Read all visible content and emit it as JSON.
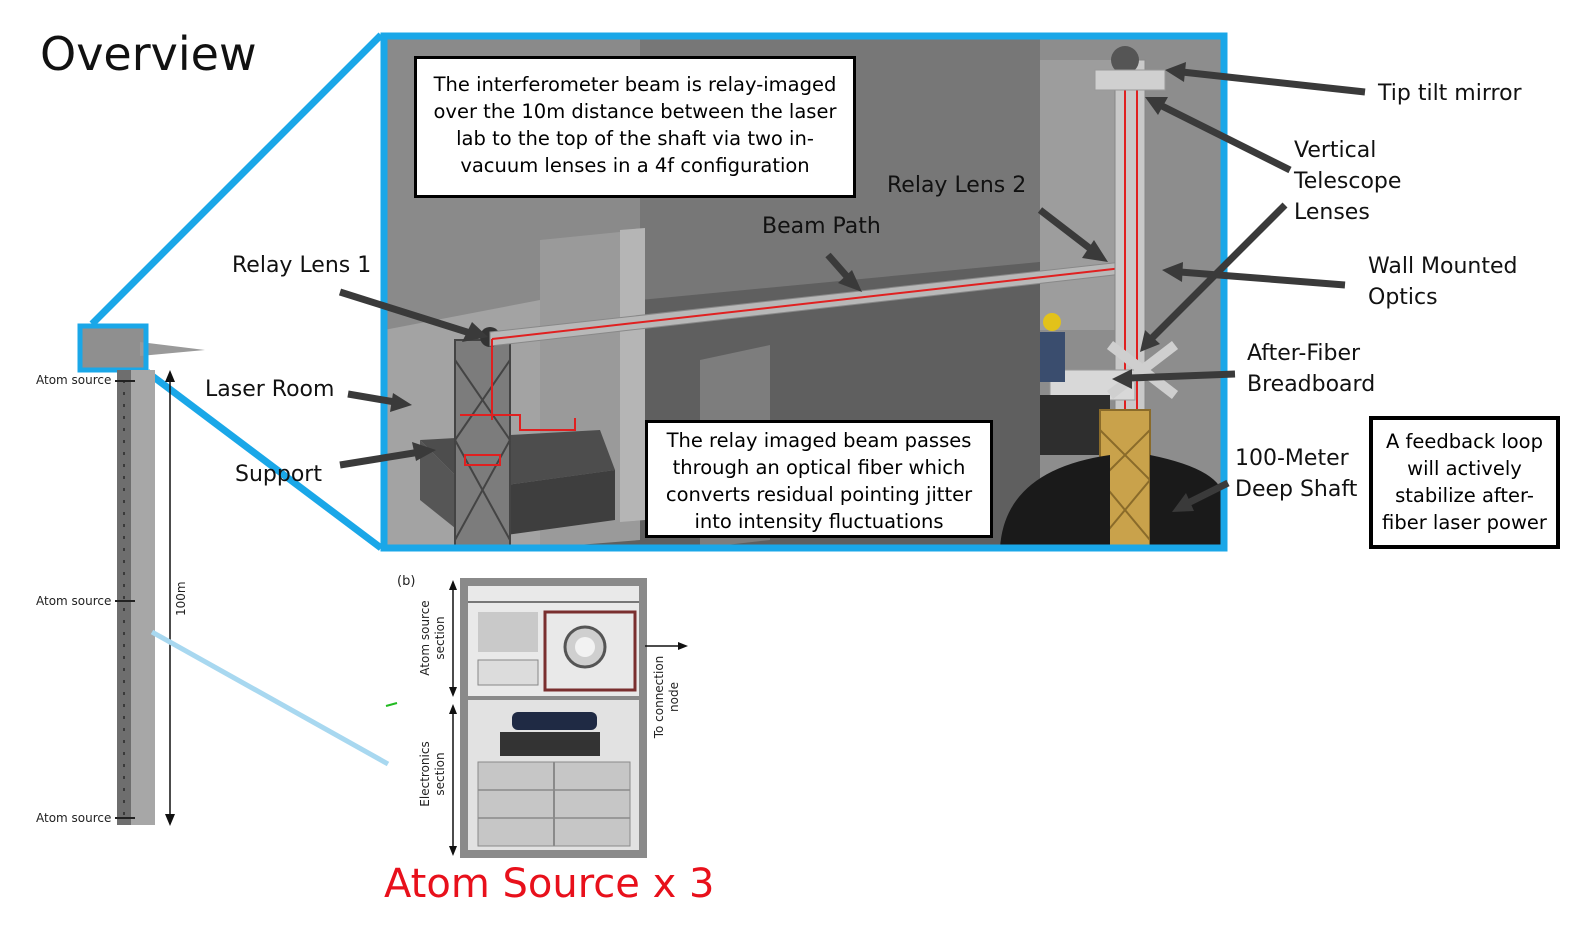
{
  "title": "Overview",
  "main_render": {
    "labels": {
      "relay_lens_1": "Relay Lens 1",
      "relay_lens_2": "Relay Lens 2",
      "beam_path": "Beam Path",
      "laser_room": "Laser Room",
      "support": "Support",
      "tip_tilt_mirror": "Tip tilt mirror",
      "vertical_telescope_lenses": "Vertical Telescope Lenses",
      "wall_mounted_optics": "Wall Mounted Optics",
      "after_fiber_breadboard": "After-Fiber Breadboard",
      "deep_shaft": "100-Meter Deep Shaft"
    },
    "callout_top": "The interferometer beam is relay-imaged over the 10m distance between the laser lab to the top of the shaft via two in-vacuum lenses in a 4f configuration",
    "callout_bottom": "The relay imaged beam passes through an optical fiber which converts residual pointing jitter into intensity fluctuations",
    "callout_feedback": "A feedback loop will actively stabilize after-fiber laser power"
  },
  "shaft_diagram": {
    "atom_source_labels": [
      "Atom source",
      "Atom source",
      "Atom source"
    ],
    "height_label": "100m"
  },
  "atom_source_panel": {
    "panel_tag": "(b)",
    "atom_source_section": "Atom source section",
    "electronics_section": "Electronics section",
    "to_connection_node": "To connection node",
    "caption": "Atom Source x 3"
  },
  "colors": {
    "highlight_blue": "#1aa7e8",
    "caption_red": "#e8101b",
    "beam_red": "#e02020",
    "connector_light_blue": "#a8d8f0"
  }
}
